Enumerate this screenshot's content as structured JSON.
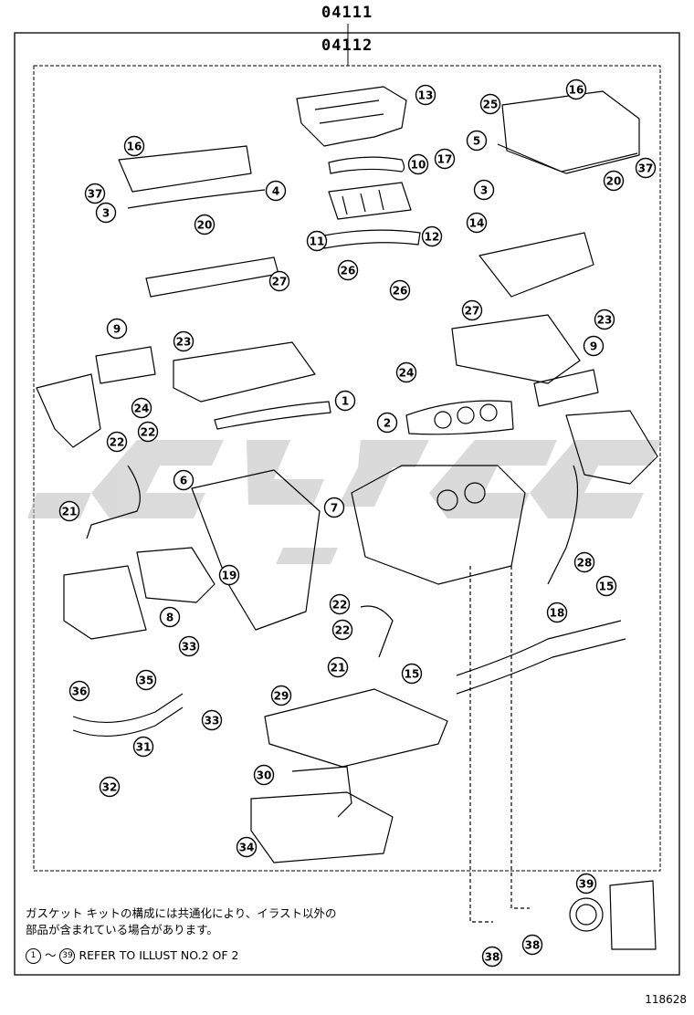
{
  "header": {
    "kit_number": "04111",
    "subkit_number": "04112"
  },
  "notes": {
    "japanese_line1": "ガスケット キットの構成には共通化により、イラスト以外の",
    "japanese_line2": "部品が含まれている場合があります。",
    "range_start": "1",
    "range_end": "39",
    "refer_text": "REFER TO ILLUST NO.2 OF 2"
  },
  "document_number": "118628",
  "watermark_color": "#bdbdbd",
  "callouts": [
    {
      "id": "13",
      "label": "13"
    },
    {
      "id": "16a",
      "label": "16"
    },
    {
      "id": "25",
      "label": "25"
    },
    {
      "id": "16b",
      "label": "16"
    },
    {
      "id": "5",
      "label": "5"
    },
    {
      "id": "37a",
      "label": "37"
    },
    {
      "id": "10",
      "label": "10"
    },
    {
      "id": "17",
      "label": "17"
    },
    {
      "id": "3a",
      "label": "3"
    },
    {
      "id": "20a",
      "label": "20"
    },
    {
      "id": "37b",
      "label": "37"
    },
    {
      "id": "4",
      "label": "4"
    },
    {
      "id": "14",
      "label": "14"
    },
    {
      "id": "3b",
      "label": "3"
    },
    {
      "id": "20b",
      "label": "20"
    },
    {
      "id": "11",
      "label": "11"
    },
    {
      "id": "12",
      "label": "12"
    },
    {
      "id": "27a",
      "label": "27"
    },
    {
      "id": "26a",
      "label": "26"
    },
    {
      "id": "26b",
      "label": "26"
    },
    {
      "id": "27b",
      "label": "27"
    },
    {
      "id": "9a",
      "label": "9"
    },
    {
      "id": "23a",
      "label": "23"
    },
    {
      "id": "23b",
      "label": "23"
    },
    {
      "id": "9b",
      "label": "9"
    },
    {
      "id": "24a",
      "label": "24"
    },
    {
      "id": "24b",
      "label": "24"
    },
    {
      "id": "1",
      "label": "1"
    },
    {
      "id": "2",
      "label": "2"
    },
    {
      "id": "22a",
      "label": "22"
    },
    {
      "id": "22b",
      "label": "22"
    },
    {
      "id": "6",
      "label": "6"
    },
    {
      "id": "7",
      "label": "7"
    },
    {
      "id": "21a",
      "label": "21"
    },
    {
      "id": "28",
      "label": "28"
    },
    {
      "id": "19",
      "label": "19"
    },
    {
      "id": "15a",
      "label": "15"
    },
    {
      "id": "8",
      "label": "8"
    },
    {
      "id": "18",
      "label": "18"
    },
    {
      "id": "22c",
      "label": "22"
    },
    {
      "id": "22d",
      "label": "22"
    },
    {
      "id": "33a",
      "label": "33"
    },
    {
      "id": "21b",
      "label": "21"
    },
    {
      "id": "15b",
      "label": "15"
    },
    {
      "id": "36",
      "label": "36"
    },
    {
      "id": "35",
      "label": "35"
    },
    {
      "id": "29",
      "label": "29"
    },
    {
      "id": "33b",
      "label": "33"
    },
    {
      "id": "31",
      "label": "31"
    },
    {
      "id": "30",
      "label": "30"
    },
    {
      "id": "32",
      "label": "32"
    },
    {
      "id": "34",
      "label": "34"
    },
    {
      "id": "39",
      "label": "39"
    },
    {
      "id": "38a",
      "label": "38"
    },
    {
      "id": "38b",
      "label": "38"
    }
  ]
}
